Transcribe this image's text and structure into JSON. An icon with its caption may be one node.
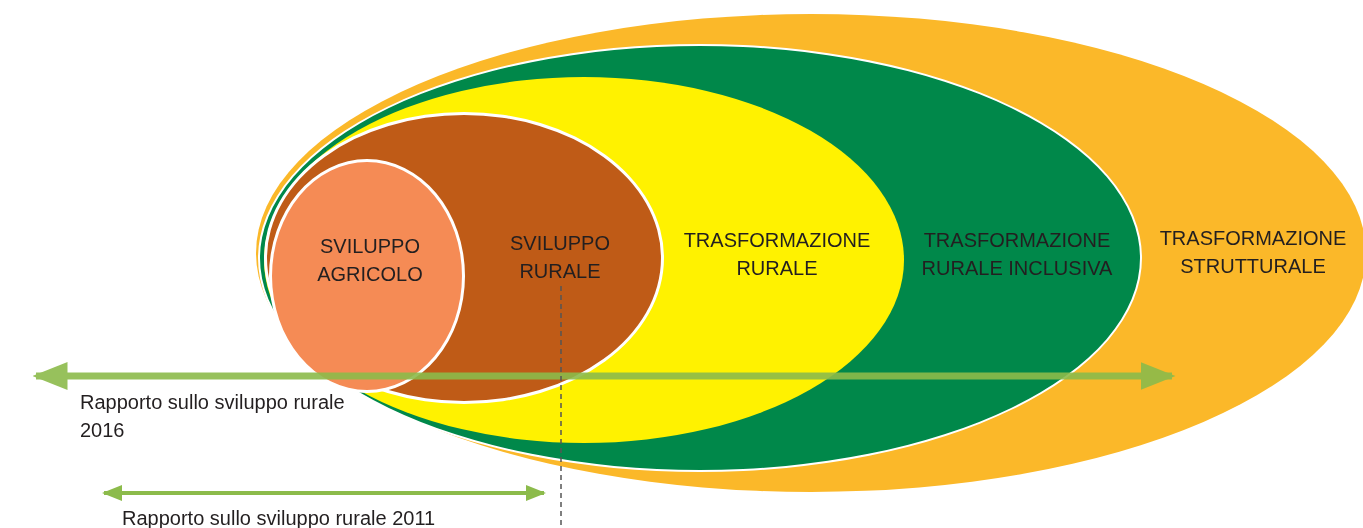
{
  "diagram": {
    "nodes": [
      {
        "text": [
          "TRASFORMAZIONE STRUTTURALE"
        ]
      },
      {
        "text": [
          "TRASFORMAZIONE RURALE INCLUSIVA"
        ],
        "in": 0
      },
      {
        "text": [
          "TRASFORMAZIONE RURALE"
        ],
        "in": 1
      },
      {
        "text": [
          "SVILUPPO RURALE"
        ],
        "in": 2
      },
      {
        "text": [
          "SVILUPPO AGRICOLO"
        ],
        "in": 3
      }
    ],
    "edges": [],
    "labels": [
      "Rapporto sullo sviluppo rurale 2016",
      "Rapporto sullo sviluppo rurale 2011"
    ]
  }
}
